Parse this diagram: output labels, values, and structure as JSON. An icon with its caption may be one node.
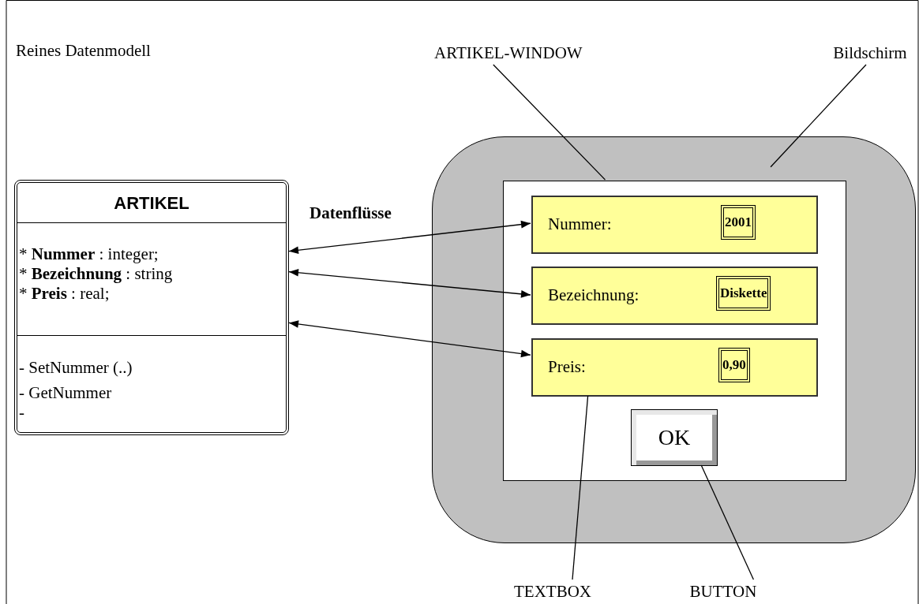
{
  "diagram": {
    "nodes": [
      {
        "text": [
          "ARTIKEL",
          "* **Nummer** : integer;",
          "* **Bezeichnung** : string",
          "* **Preis** : real;",
          "- SetNummer (..)",
          "- GetNummer",
          "-"
        ]
      },
      {
        "text": [
          "Bildschirm"
        ]
      },
      {
        "text": [],
        "shape": "box"
      },
      {
        "text": [
          "ARTIKEL-WINDOW"
        ]
      },
      {
        "text": [],
        "shape": "box",
        "in": 2
      },
      {
        "text": [
          "Nummer:",
          "2001"
        ],
        "in": 4
      },
      {
        "text": [
          "Bezeichnung:",
          "Diskette"
        ],
        "in": 4
      },
      {
        "text": [
          "Preis:",
          "0,90"
        ],
        "in": 4
      },
      {
        "text": [
          "OK"
        ],
        "in": 4
      },
      {
        "text": [
          "TEXTBOX"
        ]
      },
      {
        "text": [
          "BUTTON"
        ]
      }
    ],
    "edges": [
      {
        "from": 0,
        "to": 5,
        "arrow": "both"
      },
      {
        "from": 0,
        "to": 6,
        "arrow": "both"
      },
      {
        "from": 0,
        "to": 7,
        "arrow": "both"
      },
      {
        "from": 1,
        "to": 2,
        "arrow": "none"
      },
      {
        "from": 3,
        "to": 4,
        "arrow": "none"
      },
      {
        "from": 9,
        "to": 7,
        "arrow": "none"
      },
      {
        "from": 10,
        "to": 8,
        "arrow": "none"
      }
    ],
    "labels": [
      "Reines Datenmodell",
      "Datenflüsse"
    ]
  }
}
